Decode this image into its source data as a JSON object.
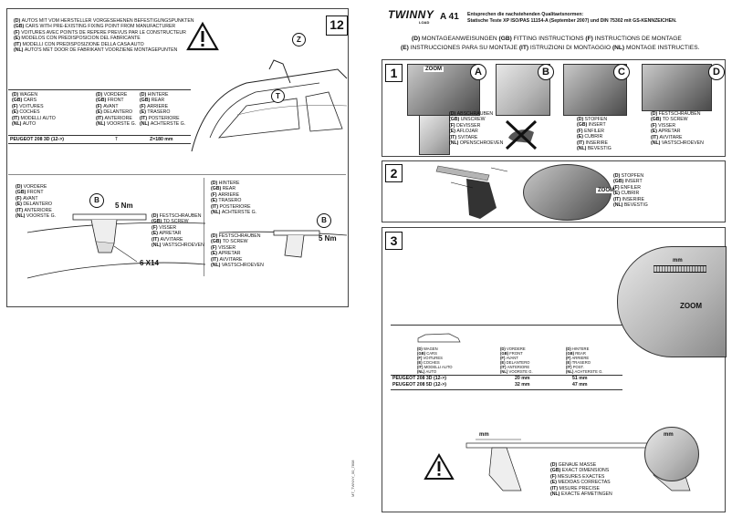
{
  "left": {
    "page_number": "12",
    "header_lines": [
      {
        "lang": "(D)",
        "text": "AUTOS MIT VOM HERSTELLER VORGESEHENEN BEFESTIGUNGSPUNKTEN"
      },
      {
        "lang": "(GB)",
        "text": "CARS WITH PRE-EXISTING FIXING POINT FROM MANUFACTURER"
      },
      {
        "lang": "(F)",
        "text": "VOITURES AVEC POINTS DE REPERE PREVUS PAR LE CONSTRUCTEUR"
      },
      {
        "lang": "(E)",
        "text": "MODELOS CON PREDISPOSICION DEL FABRICANTE"
      },
      {
        "lang": "(IT)",
        "text": "MODELLI CON PREDISPOSIZIONE DELLA CASA AUTO"
      },
      {
        "lang": "(NL)",
        "text": "AUTO'S MET DOOR DE FABRIKANT VOORZIENE MONTAGEPUNTEN"
      }
    ],
    "callouts": {
      "z": "Z",
      "t": "T"
    },
    "table": {
      "col1": [
        {
          "lang": "(D)",
          "text": "WAGEN"
        },
        {
          "lang": "(GB)",
          "text": "CARS"
        },
        {
          "lang": "(F)",
          "text": "VOITURES"
        },
        {
          "lang": "(E)",
          "text": "COCHES"
        },
        {
          "lang": "(IT)",
          "text": "MODELLI AUTO"
        },
        {
          "lang": "(NL)",
          "text": "AUTO"
        }
      ],
      "col2": [
        {
          "lang": "(D)",
          "text": "VORDERE"
        },
        {
          "lang": "(GB)",
          "text": "FRONT"
        },
        {
          "lang": "(F)",
          "text": "AVANT"
        },
        {
          "lang": "(E)",
          "text": "DELANTERO"
        },
        {
          "lang": "(IT)",
          "text": "ANTERIORE"
        },
        {
          "lang": "(NL)",
          "text": "VOORSTE G."
        }
      ],
      "col3": [
        {
          "lang": "(D)",
          "text": "HINTERE"
        },
        {
          "lang": "(GB)",
          "text": "REAR"
        },
        {
          "lang": "(F)",
          "text": "ARRIERE"
        },
        {
          "lang": "(E)",
          "text": "TRASERO"
        },
        {
          "lang": "(IT)",
          "text": "POSTERIORE"
        },
        {
          "lang": "(NL)",
          "text": "ACHTERSTE G."
        }
      ],
      "model": "PEUGEOT 208 3D (12->)",
      "front_value": "T",
      "rear_value": "Z=180 mm"
    },
    "front_block": [
      {
        "lang": "(D)",
        "text": "VORDERE"
      },
      {
        "lang": "(GB)",
        "text": "FRONT"
      },
      {
        "lang": "(F)",
        "text": "AVANT"
      },
      {
        "lang": "(E)",
        "text": "DELANTERO"
      },
      {
        "lang": "(IT)",
        "text": "ANTERIORE"
      },
      {
        "lang": "(NL)",
        "text": "VOORSTE G."
      }
    ],
    "rear_block": [
      {
        "lang": "(D)",
        "text": "HINTERE"
      },
      {
        "lang": "(GB)",
        "text": "REAR"
      },
      {
        "lang": "(F)",
        "text": "ARRIERE"
      },
      {
        "lang": "(E)",
        "text": "TRASERO"
      },
      {
        "lang": "(IT)",
        "text": "POSTERIORE"
      },
      {
        "lang": "(NL)",
        "text": "ACHTERSTE G."
      }
    ],
    "screw_block_1": [
      {
        "lang": "(D)",
        "text": "FESTSCHRAUBEN"
      },
      {
        "lang": "(GB)",
        "text": "TO SCREW"
      },
      {
        "lang": "(F)",
        "text": "VISSER"
      },
      {
        "lang": "(E)",
        "text": "APRETAR"
      },
      {
        "lang": "(IT)",
        "text": "AVVITARE"
      },
      {
        "lang": "(NL)",
        "text": "VASTSCHROEVEN"
      }
    ],
    "screw_block_2": [
      {
        "lang": "(D)",
        "text": "FESTSCHRAUBEN"
      },
      {
        "lang": "(GB)",
        "text": "TO SCREW"
      },
      {
        "lang": "(F)",
        "text": "VISSER"
      },
      {
        "lang": "(E)",
        "text": "APRETAR"
      },
      {
        "lang": "(IT)",
        "text": "AVVITARE"
      },
      {
        "lang": "(NL)",
        "text": "VASTSCHROEVEN"
      }
    ],
    "torque_1": "5 Nm",
    "torque_2": "5 Nm",
    "screw_spec": "6 X14",
    "callout_b1": "B",
    "callout_b2": "B",
    "side_code": "MT_TWNNY_00_7808"
  },
  "right": {
    "logo_text": "TWINNY",
    "logo_sub": "LOAD",
    "model_code": "A 41",
    "standards_line1": "Entsprechen die nachstehenden Qualitaetsnormen:",
    "standards_line2": "Statische Teste XP ISO/PAS 11154-A (September 2007) und DIN 75302 mit GS-KENNZEICHEN.",
    "instructions_line1": [
      {
        "lang": "(D)",
        "text": "MONTAGEANWEISUNGEN"
      },
      {
        "lang": "(GB)",
        "text": "FITTING INSTRUCTIONS"
      },
      {
        "lang": "(F)",
        "text": "INSTRUCTIONS DE MONTAGE"
      }
    ],
    "instructions_line2": [
      {
        "lang": "(E)",
        "text": "INSTRUCCIONES PARA SU MONTAJE"
      },
      {
        "lang": "(IT)",
        "text": "ISTRUZIONI DI MONTAGGIO"
      },
      {
        "lang": "(NL)",
        "text": "MONTAGE INSTRUCTIES."
      }
    ],
    "step1": {
      "number": "1",
      "zoom": "ZOOM",
      "letters": [
        "A",
        "B",
        "C",
        "D"
      ],
      "loosen": [
        {
          "lang": "(D)",
          "text": "ABSCHRAUBEN"
        },
        {
          "lang": "(GB)",
          "text": "UNSCREW"
        },
        {
          "lang": "(F)",
          "text": "DEVISSER"
        },
        {
          "lang": "(E)",
          "text": "AFLOJAR"
        },
        {
          "lang": "(IT)",
          "text": "SVITARE"
        },
        {
          "lang": "(NL)",
          "text": "OPENSCHROEVEN"
        }
      ],
      "stops": [
        {
          "lang": "(D)",
          "text": "STOPFEN"
        },
        {
          "lang": "(GB)",
          "text": "INSERT"
        },
        {
          "lang": "(F)",
          "text": "ENFILER"
        },
        {
          "lang": "(E)",
          "text": "CUBRIR"
        },
        {
          "lang": "(IT)",
          "text": "INSERIRE"
        },
        {
          "lang": "(NL)",
          "text": "BEVESTIG"
        }
      ],
      "fasten": [
        {
          "lang": "(D)",
          "text": "FESTSCHRAUBEN"
        },
        {
          "lang": "(GB)",
          "text": "TO SCREW"
        },
        {
          "lang": "(F)",
          "text": "VISSER"
        },
        {
          "lang": "(E)",
          "text": "APRETAR"
        },
        {
          "lang": "(IT)",
          "text": "AVVITARE"
        },
        {
          "lang": "(NL)",
          "text": "VASTSCHROEVEN"
        }
      ]
    },
    "step2": {
      "number": "2",
      "zoom": "ZOOM",
      "stops": [
        {
          "lang": "(D)",
          "text": "STOPFEN"
        },
        {
          "lang": "(GB)",
          "text": "INSERT"
        },
        {
          "lang": "(F)",
          "text": "ENFILER"
        },
        {
          "lang": "(E)",
          "text": "CUBRIR"
        },
        {
          "lang": "(IT)",
          "text": "INSERIRE"
        },
        {
          "lang": "(NL)",
          "text": "BEVESTIG"
        }
      ]
    },
    "step3": {
      "number": "3",
      "zoom": "ZOOM",
      "mm_label": "mm",
      "mm_label_2": "mm",
      "mm_label_3": "mm",
      "table": {
        "col1": [
          {
            "lang": "(D)",
            "text": "WAGEN"
          },
          {
            "lang": "(GB)",
            "text": "CARS"
          },
          {
            "lang": "(F)",
            "text": "VOITURES"
          },
          {
            "lang": "(E)",
            "text": "COCHES"
          },
          {
            "lang": "(IT)",
            "text": "MODELLI AUTO"
          },
          {
            "lang": "(NL)",
            "text": "AUTO"
          }
        ],
        "col2": [
          {
            "lang": "(D)",
            "text": "VORDERE"
          },
          {
            "lang": "(GB)",
            "text": "FRONT"
          },
          {
            "lang": "(F)",
            "text": "AVANT"
          },
          {
            "lang": "(E)",
            "text": "DELANTERO"
          },
          {
            "lang": "(IT)",
            "text": "ANTERIORE"
          },
          {
            "lang": "(NL)",
            "text": "VOORSTE G."
          }
        ],
        "col3": [
          {
            "lang": "(D)",
            "text": "HINTERE"
          },
          {
            "lang": "(GB)",
            "text": "REAR"
          },
          {
            "lang": "(F)",
            "text": "ARRIERE"
          },
          {
            "lang": "(E)",
            "text": "TRASERO"
          },
          {
            "lang": "(IT)",
            "text": "POST."
          },
          {
            "lang": "(NL)",
            "text": "ACHTERSTE G."
          }
        ],
        "rows": [
          {
            "model": "PEUGEOT 208 3D (12->)",
            "front": "20 mm",
            "rear": "51 mm"
          },
          {
            "model": "PEUGEOT 208 5D (12->)",
            "front": "32 mm",
            "rear": "47 mm"
          }
        ]
      },
      "exact": [
        {
          "lang": "(D)",
          "text": "GENAUE MASSE"
        },
        {
          "lang": "(GB)",
          "text": "EXACT DIMENSIONS"
        },
        {
          "lang": "(F)",
          "text": "MESURES EXACTES"
        },
        {
          "lang": "(E)",
          "text": "MEDIDAS CORRECTAS"
        },
        {
          "lang": "(IT)",
          "text": "MISURE PRECISE"
        },
        {
          "lang": "(NL)",
          "text": "EXACTE AFMETINGEN"
        }
      ]
    }
  }
}
